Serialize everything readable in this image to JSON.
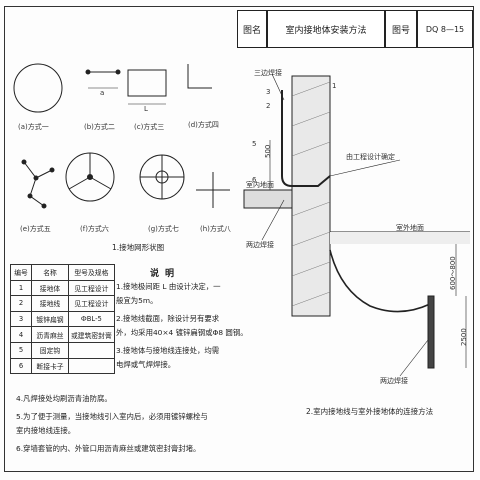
{
  "title_block": {
    "label_name": "图名",
    "name": "室内接地体安装方法",
    "label_no": "图号",
    "number": "DQ 8—15"
  },
  "shapes": {
    "a": "(a)方式一",
    "b": "(b)方式二",
    "c": "(c)方式三",
    "d": "(d)方式四",
    "e": "(e)方式五",
    "f": "(f)方式六",
    "g": "(g)方式七",
    "h": "(h)方式八",
    "dim_a": "a",
    "dim_l": "L",
    "caption": "1.接地网形状图"
  },
  "components": {
    "headers": [
      "编号",
      "名称",
      "型号及规格"
    ],
    "rows": [
      [
        "1",
        "接地体",
        "见工程设计"
      ],
      [
        "2",
        "接地线",
        "见工程设计"
      ],
      [
        "3",
        "镀锌扁钢",
        "ФBL-5"
      ],
      [
        "4",
        "沥青麻丝",
        "或建筑密封膏"
      ],
      [
        "5",
        "固定钩",
        ""
      ],
      [
        "6",
        "断接卡子",
        ""
      ]
    ]
  },
  "notes": {
    "title": "说明",
    "items": [
      "1.接地极间距 L 由设计决定，一",
      "般宜为5m。",
      "2.接地线截面，除设计另有要求",
      "外，均采用40×4 镀锌扁钢或Φ8 圆钢。",
      "3.接地体与接地线连接处，均需",
      "电焊或气焊焊接。",
      "4.凡焊接处均刷沥青油防腐。",
      "5.为了便于测量，当接地线引入室内后，必须用镀锌螺栓与",
      "室内接地线连接。",
      "6.穿墙套管的内、外管口用沥青麻丝或建筑密封膏封堵。"
    ]
  },
  "install": {
    "callout_3": "3",
    "callout_2": "2",
    "callout_1": "1",
    "callout_5": "5",
    "callout_6": "6",
    "label_3plate": "三边焊接",
    "label_floor": "由工程设计确定",
    "label_outdoor": "室外地面",
    "label_indoor": "室内地面",
    "label_weld": "两边焊接",
    "label_weld2": "两边焊接",
    "dim_500": "500",
    "dim_600": "600～800",
    "dim_2500": "2500",
    "caption": "2.室内接地线与室外接地体的连接方法"
  }
}
